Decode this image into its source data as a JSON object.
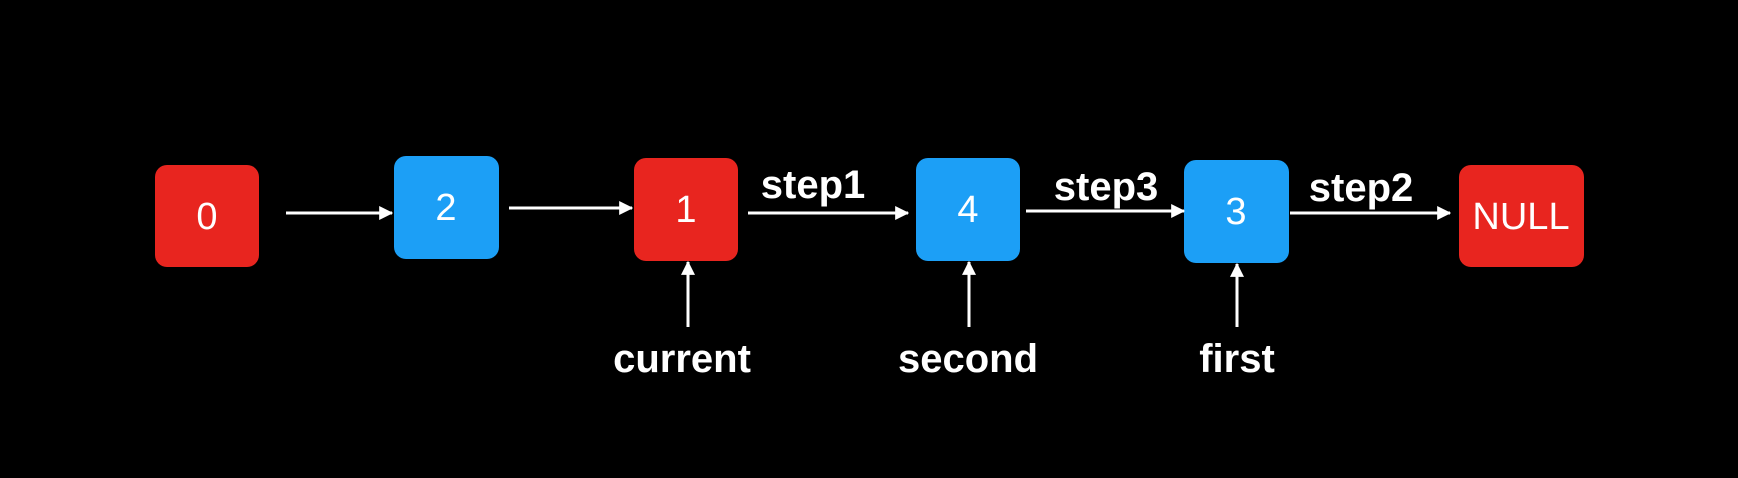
{
  "colors": {
    "background": "#000000",
    "red": "#e8251f",
    "blue": "#1c9ff6",
    "text": "#ffffff",
    "arrow": "#ffffff"
  },
  "nodes": [
    {
      "id": "node-0",
      "label": "0",
      "color": "red"
    },
    {
      "id": "node-2",
      "label": "2",
      "color": "blue"
    },
    {
      "id": "node-1",
      "label": "1",
      "color": "red"
    },
    {
      "id": "node-4",
      "label": "4",
      "color": "blue"
    },
    {
      "id": "node-3",
      "label": "3",
      "color": "blue"
    },
    {
      "id": "node-null",
      "label": "NULL",
      "color": "red"
    }
  ],
  "links": [
    {
      "from": "node-0",
      "to": "node-2",
      "label": ""
    },
    {
      "from": "node-2",
      "to": "node-1",
      "label": ""
    },
    {
      "from": "node-1",
      "to": "node-4",
      "label": "step1"
    },
    {
      "from": "node-4",
      "to": "node-3",
      "label": "step3"
    },
    {
      "from": "node-3",
      "to": "node-null",
      "label": "step2"
    }
  ],
  "pointers": [
    {
      "target": "node-1",
      "label": "current"
    },
    {
      "target": "node-4",
      "label": "second"
    },
    {
      "target": "node-3",
      "label": "first"
    }
  ]
}
